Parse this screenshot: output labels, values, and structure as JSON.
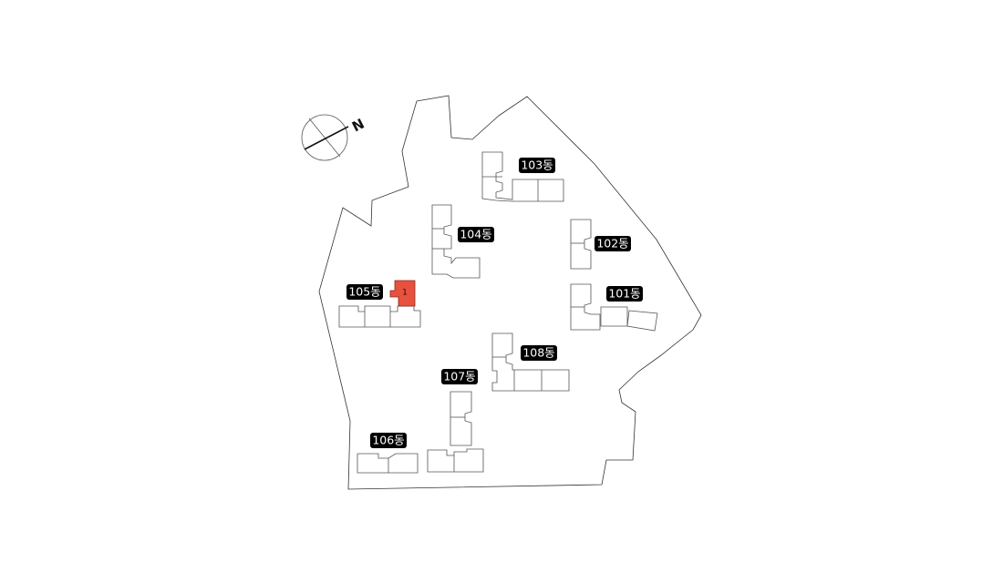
{
  "compass": {
    "north_label": "N"
  },
  "buildings": {
    "b101": {
      "label": "101동"
    },
    "b102": {
      "label": "102동"
    },
    "b103": {
      "label": "103동"
    },
    "b104": {
      "label": "104동"
    },
    "b105": {
      "label": "105동"
    },
    "b106": {
      "label": "106동"
    },
    "b107": {
      "label": "107동"
    },
    "b108": {
      "label": "108동"
    }
  },
  "highlight": {
    "unit_label": "1",
    "color": "#e8513d"
  }
}
